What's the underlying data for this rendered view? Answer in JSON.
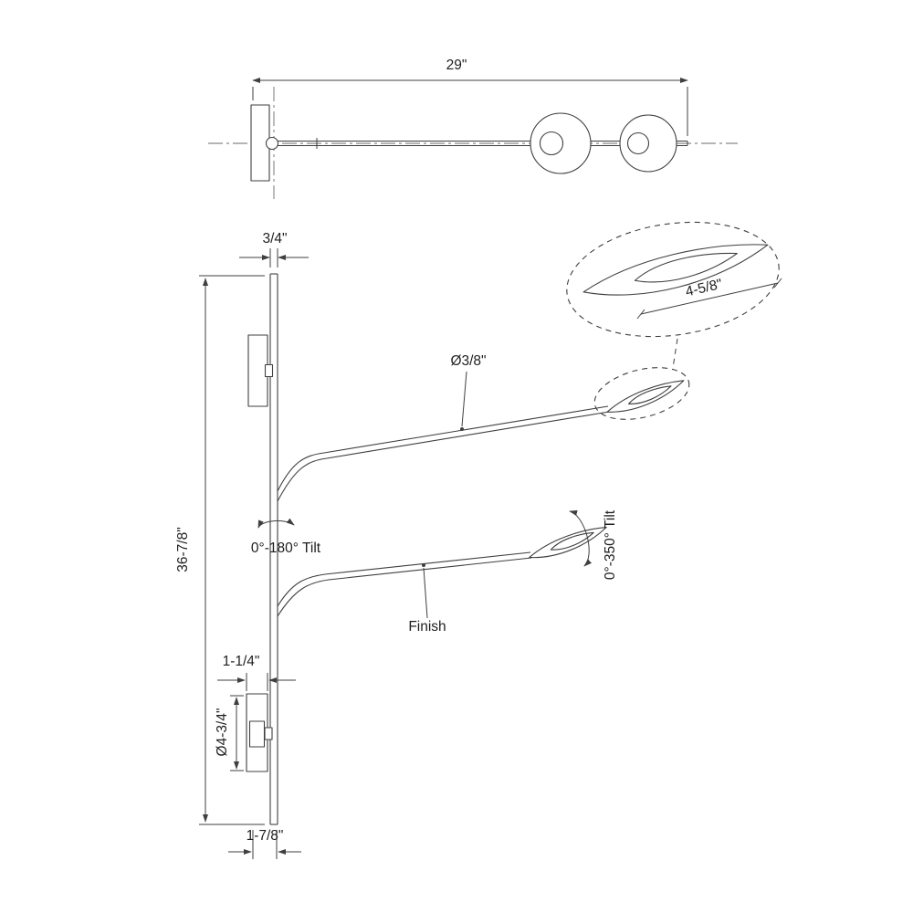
{
  "meta": {
    "type": "technical-dimension-drawing",
    "subject": "Two-arm adjustable wall sconce, top view and front elevation with detail callout",
    "line_color": "#3f3f3f",
    "text_color": "#1f1f1f",
    "background_color": "#ffffff"
  },
  "dimensions": {
    "top_width": "29\"",
    "pole_width": "3/4\"",
    "overall_height": "36-7/8\"",
    "arm_diameter": "Ø3/8\"",
    "head_length": "4-5/8\"",
    "backplate_offset": "1-1/4\"",
    "backplate_diameter": "Ø4-3/4\"",
    "bottom_width": "1-7/8\""
  },
  "labels": {
    "upper_tilt": "0°-180° Tilt",
    "lower_tilt": "0°-350° Tilt",
    "finish": "Finish"
  }
}
